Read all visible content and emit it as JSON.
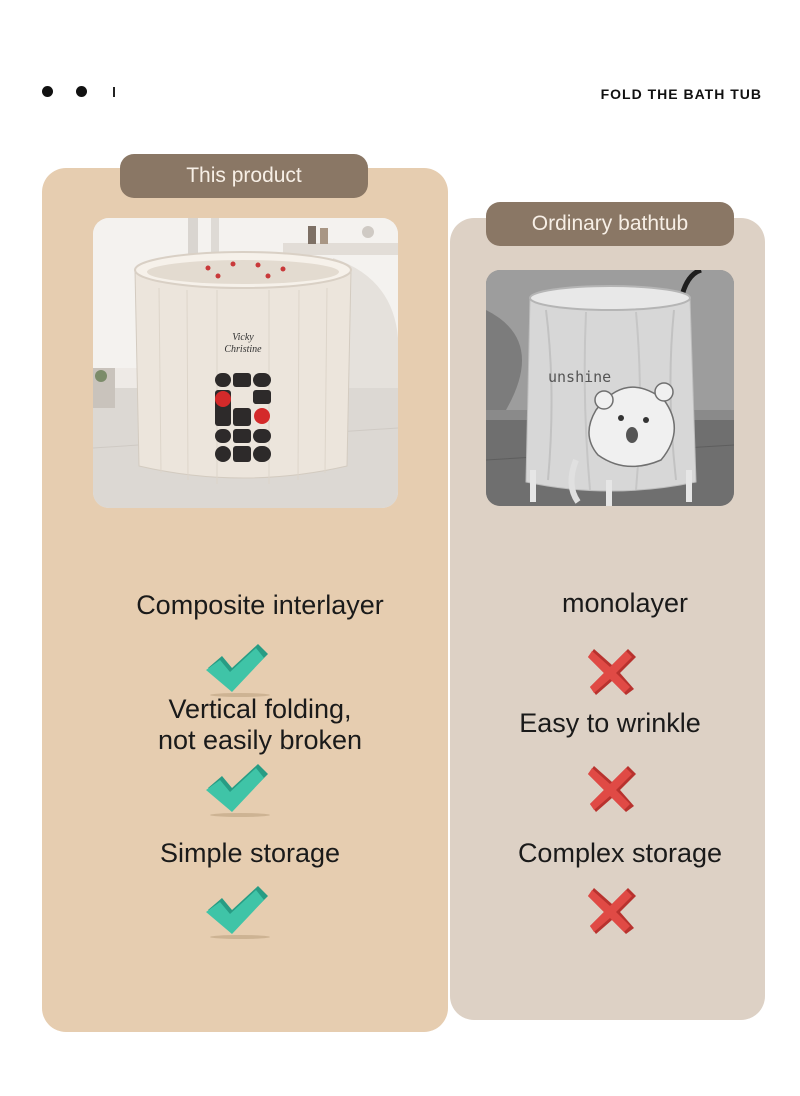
{
  "header": {
    "title": "FOLD THE BATH TUB"
  },
  "colors": {
    "panel_left": "#e6cdb0",
    "panel_right": "#ddd1c5",
    "pill": "#8a7765",
    "check": "#3fc4a7",
    "cross": "#e04a45"
  },
  "left": {
    "label": "This product",
    "brand_line1": "Vicky",
    "brand_line2": "Christine",
    "features": [
      {
        "text": "Composite interlayer",
        "icon": "check-icon"
      },
      {
        "text": "Vertical folding,\nnot easily broken",
        "icon": "check-icon"
      },
      {
        "text": "Simple storage",
        "icon": "check-icon"
      }
    ]
  },
  "right": {
    "label": "Ordinary bathtub",
    "print_text": "unshine",
    "features": [
      {
        "text": "monolayer",
        "icon": "cross-icon"
      },
      {
        "text": "Easy to wrinkle",
        "icon": "cross-icon"
      },
      {
        "text": "Complex storage",
        "icon": "cross-icon"
      }
    ]
  }
}
